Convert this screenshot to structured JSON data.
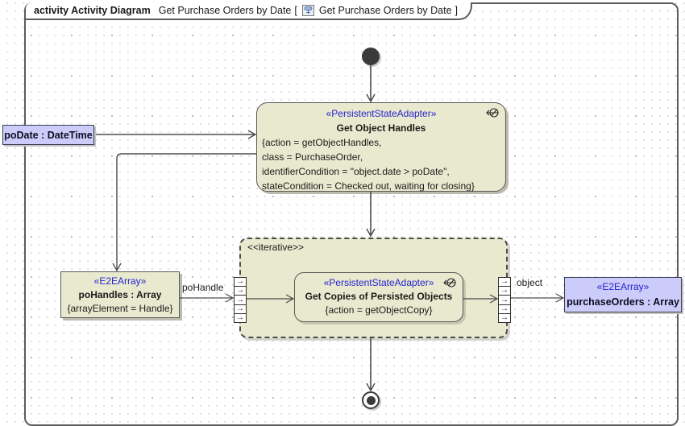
{
  "diagram": {
    "title": {
      "kind_bold": "activity Activity Diagram",
      "diagram_name": "Get Purchase Orders by Date",
      "open_bracket": "[",
      "ref_name": "Get Purchase Orders by Date",
      "close_bracket": "]"
    },
    "colors": {
      "action_fill": "#e9e9cf",
      "param_fill": "#ccccfa",
      "stereotype_text": "#2525cf",
      "edge": "#4a4a4a"
    },
    "nodes": {
      "get_object_handles": {
        "stereotype": "«PersistentStateAdapter»",
        "name": "Get Object Handles",
        "properties": [
          "{action = getObjectHandles,",
          "class = PurchaseOrder,",
          "identifierCondition = \"object.date > poDate\",",
          "stateCondition = Checked out, waiting for closing}"
        ]
      },
      "po_date_param": {
        "label": "poDate : DateTime"
      },
      "po_handles": {
        "stereotype": "«E2EArray»",
        "name": "poHandles : Array",
        "property": "{arrayElement = Handle}"
      },
      "iterative_region": {
        "label": "<<iterative>>"
      },
      "get_copies": {
        "stereotype": "«PersistentStateAdapter»",
        "name": "Get Copies of Persisted Objects",
        "property": "{action = getObjectCopy}"
      },
      "purchase_orders": {
        "stereotype": "«E2EArray»",
        "name": "purchaseOrders : Array"
      }
    },
    "edge_labels": {
      "po_handle": "poHandle",
      "object": "object"
    },
    "expansion_arrow": "→"
  }
}
